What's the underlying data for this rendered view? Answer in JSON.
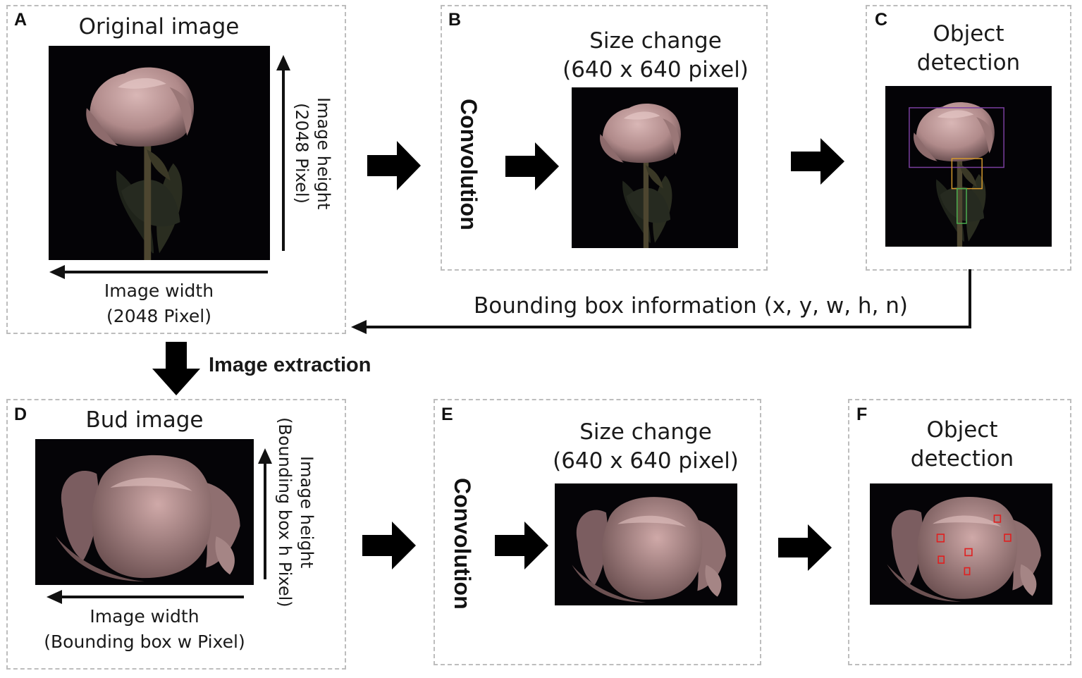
{
  "panels": {
    "a": {
      "letter": "A",
      "title": "Original image",
      "height_label": [
        "Image height",
        "(2048 Pixel)"
      ],
      "width_label": [
        "Image width",
        "(2048 Pixel)"
      ]
    },
    "b": {
      "letter": "B",
      "side_label": "Convolution",
      "title": [
        "Size change",
        "(640 x 640 pixel)"
      ]
    },
    "c": {
      "letter": "C",
      "title": [
        "Object",
        "detection"
      ]
    },
    "d": {
      "letter": "D",
      "title": "Bud image",
      "height_label": [
        "Image height",
        "(Bounding box h Pixel)"
      ],
      "width_label": [
        "Image width",
        "(Bounding box w Pixel)"
      ]
    },
    "e": {
      "letter": "E",
      "side_label": "Convolution",
      "title": [
        "Size change",
        "(640 x 640 pixel)"
      ]
    },
    "f": {
      "letter": "F",
      "title": [
        "Object",
        "detection"
      ]
    }
  },
  "feedback_label": "Bounding box information (x, y, w, h, n)",
  "extraction_label": "Image extraction",
  "colors": {
    "panel_border": "#bdbdbd",
    "box_flower": "#7b3fa0",
    "box_bud_base": "#d69a2d",
    "box_stem": "#4caf50",
    "box_defect": "#e02020"
  },
  "icons": {
    "arrow": "thick-right-arrow-icon",
    "down": "thick-down-arrow-icon"
  }
}
